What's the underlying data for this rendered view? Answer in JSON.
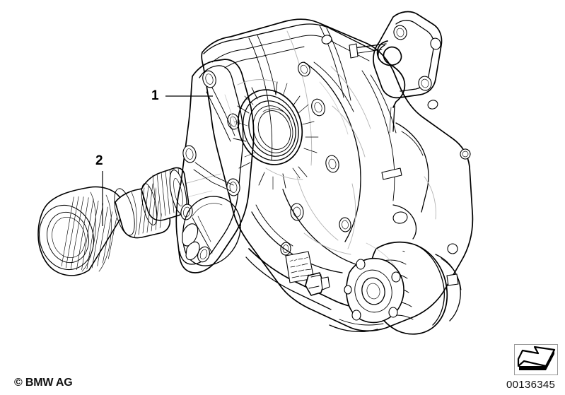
{
  "document": {
    "type": "parts-catalog-illustration",
    "subject": "Transfer case housing with output shaft",
    "background_color": "#ffffff",
    "line_color": "#000000",
    "hidden_line_color": "#b4b4b4"
  },
  "callouts": [
    {
      "id": "1",
      "label": "1",
      "part": "transfer case housing",
      "leader": "horizontal line to housing flange"
    },
    {
      "id": "2",
      "label": "2",
      "part": "output shaft / flange",
      "leader": "vertical line down to splined shaft"
    }
  ],
  "footer": {
    "copyright": "© BMW AG",
    "diagram_number": "00136345",
    "view_arrow_icon": "view-direction-arrow-icon"
  },
  "parts": {
    "housing": {
      "name": "transfer case housing",
      "callout": "1"
    },
    "shaft": {
      "name": "splined output shaft",
      "callout": "2"
    }
  }
}
